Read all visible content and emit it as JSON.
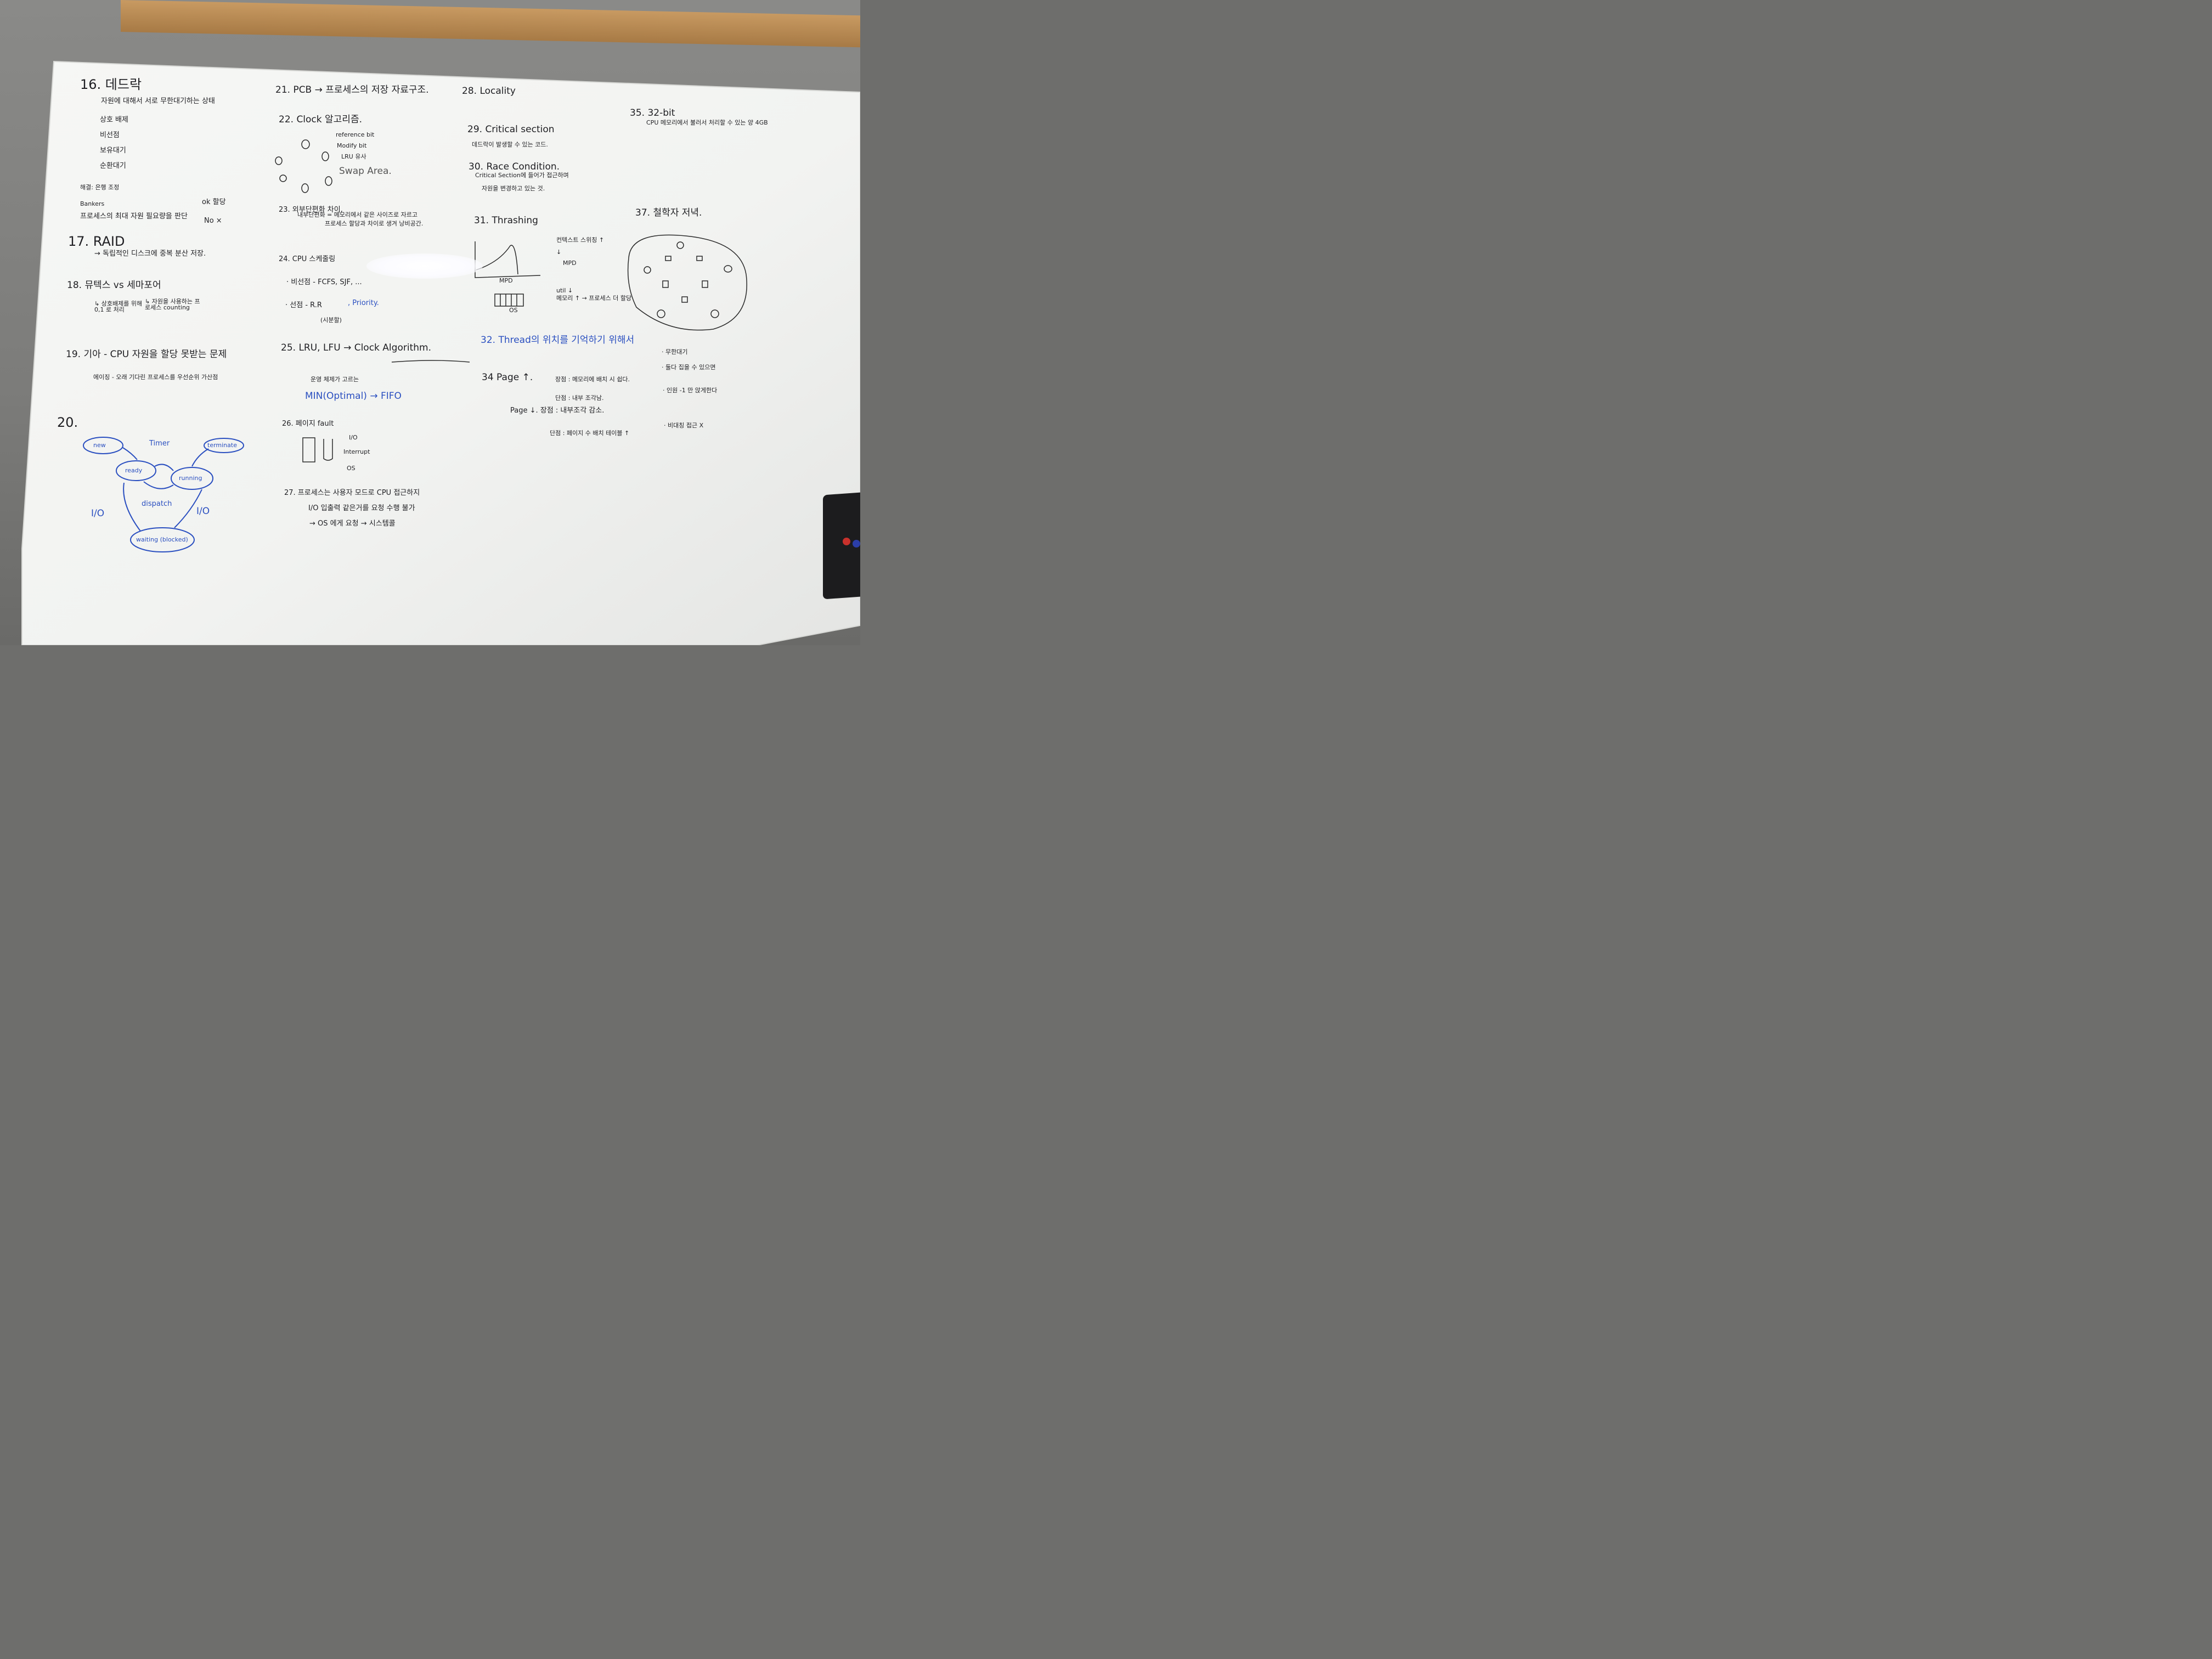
{
  "board": {
    "s16": {
      "title": "16. 데드락",
      "desc": "자원에 대해서 서로 무한대기하는 상태",
      "conditions": [
        "상호 배제",
        "비선점",
        "보유대기",
        "순환대기"
      ],
      "note": "해결: 은행 조정",
      "bankers": "Bankers",
      "judge": "프로세스의 최대 자원 필요량을 판단",
      "ok": "ok 할당",
      "no": "No ×"
    },
    "s17": {
      "title": "17. RAID",
      "desc": "→   독립적인 디스크에 중복 분산 저장."
    },
    "s18": {
      "title": "18. 뮤텍스  vs  세마포어",
      "left": "↳ 상호배제를 위해 0,1 로 처리",
      "right": "↳ 자원을 사용하는 프로세스 counting"
    },
    "s19": {
      "title": "19. 기아 - CPU 자원을 할당 못받는 문제",
      "sub": "에이징 - 오래 기다린 프로세스를 우선순위 가산점"
    },
    "s20": {
      "title": "20.",
      "states": [
        "new",
        "ready",
        "running",
        "terminate",
        "waiting (blocked)"
      ],
      "labels": [
        "Timer",
        "dispatch",
        "I/O",
        "I/O"
      ]
    },
    "s21": {
      "title": "21. PCB → 프로세스의 저장 자료구조."
    },
    "s22": {
      "title": "22. Clock 알고리즘.",
      "items": [
        "reference bit",
        "Modify bit",
        "LRU 유사"
      ],
      "swap": "Swap Area."
    },
    "s23": {
      "title": "23. 외부단편화 차이,",
      "l1": "내부단편화 = 메모리에서 같은 사이즈로 자르고",
      "l2": "프로세스 할당과 차이로 생겨 낭비공간."
    },
    "s24": {
      "title": "24. CPU 스케줄링",
      "l1": "· 비선점 - FCFS, SJF, ...",
      "l2": "· 선점 - R.R",
      "l2b": ", Priority.",
      "l3": "(시분할)"
    },
    "s25": {
      "title": "25. LRU, LFU → Clock Algorithm.",
      "l1": "운영 체제가 고르는",
      "l2": "MIN(Optimal) → FIFO"
    },
    "s26": {
      "title": "26. 페이지 fault",
      "items": [
        "I/O",
        "Interrupt",
        "OS"
      ]
    },
    "s27": {
      "title": "27. 프로세스는  사용자 모드로 CPU 접근하지",
      "l1": "I/O 입출력 같은거를 요청  수행 불가",
      "l2": "→ OS 에게 요청 → 시스템콜"
    },
    "s28": {
      "title": "28. Locality"
    },
    "s29": {
      "title": "29. Critical section",
      "desc": "데드락이 발생할 수 있는 코드."
    },
    "s30": {
      "title": "30. Race Condition.",
      "l1": "Critical Section에 들어가 접근하며",
      "l2": "자원을 변경하고 있는 것."
    },
    "s31": {
      "title": "31. Thrashing",
      "l1": "컨텍스트 스위칭 ↑",
      "l2": "↓",
      "l3": "MPD",
      "l4": "util ↓",
      "l5": "메모리 ↑ → 프로세스 더 할당",
      "axis": [
        "MPD",
        "OS"
      ]
    },
    "s32": {
      "title": "32. Thread의 위치를 기억하기 위해서"
    },
    "s34": {
      "title": "34 Page ↑.",
      "l1": "장점 : 메모리에 배치 시 쉽다.",
      "l2": "단점 : 내부 조각남.",
      "l3": "Page ↓. 장점 : 내부조각 감소.",
      "l4": "단점 : 페이지 수 배치 테이블 ↑"
    },
    "s35": {
      "title": "35. 32-bit",
      "desc": "CPU 메모리에서 불러서 처리할 수 있는 양 4GB"
    },
    "s37": {
      "title": "37. 철학자 저녁.",
      "bullets": [
        "· 무한대기",
        "· 둘다 집을 수 있으면",
        "· 인원 -1 만 앉게한다",
        "· 비대칭 접근 X"
      ]
    }
  },
  "colors": {
    "board": "#f4f5f3",
    "ink": "#1e1e22",
    "blue_ink": "#2a4fc0",
    "wood": "#b98a52",
    "tray": "#1c1c1e"
  }
}
